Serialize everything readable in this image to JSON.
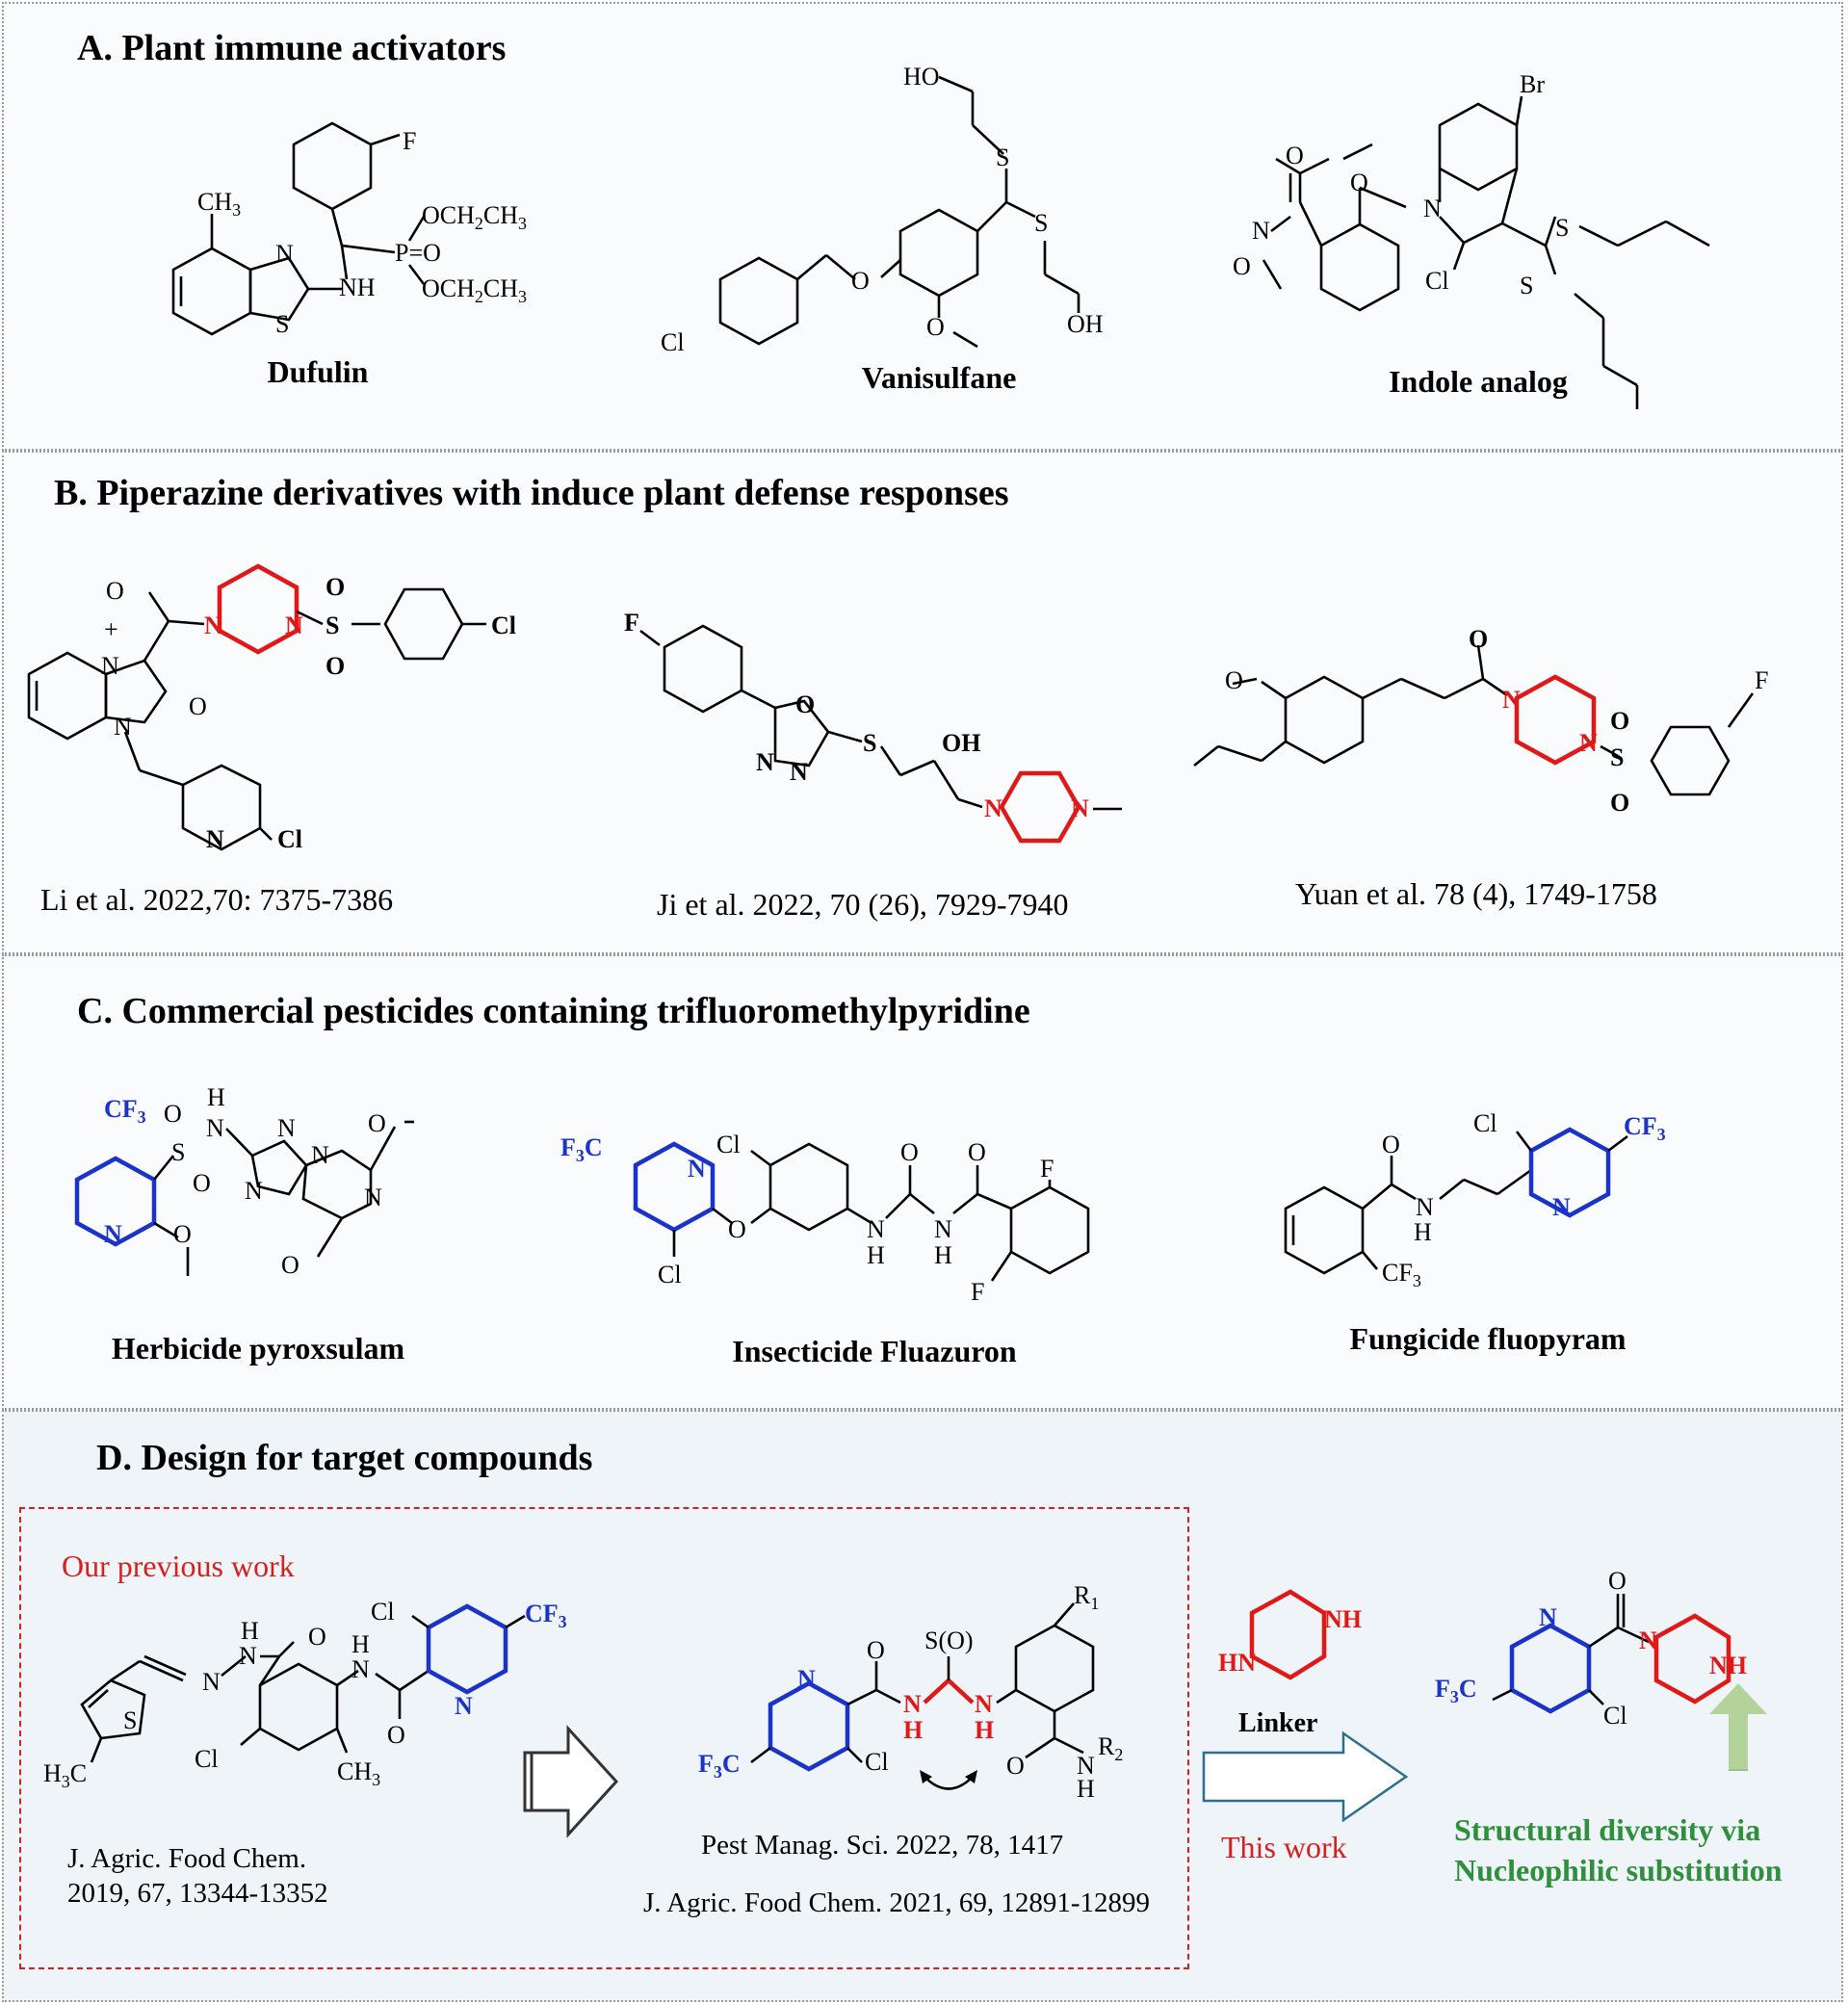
{
  "sections": {
    "a": {
      "title": "A. Plant immune activators",
      "compounds": [
        {
          "name": "Dufulin",
          "labels": [
            "CH3",
            "F",
            "N",
            "S",
            "NH",
            "OCH2CH3",
            "P=O",
            "OCH2CH3"
          ]
        },
        {
          "name": "Vanisulfane",
          "labels": [
            "HO",
            "S",
            "S",
            "OH",
            "Cl",
            "O",
            "O"
          ]
        },
        {
          "name": "Indole analog",
          "labels": [
            "Br",
            "O",
            "O",
            "N",
            "O",
            "N",
            "Cl",
            "S",
            "S"
          ]
        }
      ]
    },
    "b": {
      "title": "B. Piperazine derivatives with induce plant defense responses",
      "refs": [
        "Li et al. 2022,70: 7375-7386",
        "Ji et al. 2022, 70 (26), 7929-7940",
        "Yuan et al. 78 (4), 1749-1758"
      ]
    },
    "c": {
      "title": "C. Commercial pesticides containing trifluoromethylpyridine",
      "compounds": [
        {
          "name": "Herbicide pyroxsulam"
        },
        {
          "name": "Insecticide Fluazuron"
        },
        {
          "name": "Fungicide fluopyram"
        }
      ]
    },
    "d": {
      "title": "D. Design for target compounds",
      "previous_label": "Our previous work",
      "ref1_line1": "J. Agric. Food Chem.",
      "ref1_line2": "2019, 67, 13344-13352",
      "ref2": "Pest Manag. Sci. 2022, 78, 1417",
      "ref3": "J. Agric. Food Chem. 2021, 69, 12891-12899",
      "linker_label": "Linker",
      "this_work": "This work",
      "diversity_line1": "Structural diversity via",
      "diversity_line2": "Nucleophilic substitution"
    }
  },
  "colors": {
    "trifluoromethylpyridine": "#1a33c8",
    "piperazine": "#e01818",
    "piperazine_fill": "#f9b9e4",
    "accent_green": "#2f8f3c",
    "arrow_green": "#b4d39a",
    "arrow_blue": "#2d6f8f"
  }
}
